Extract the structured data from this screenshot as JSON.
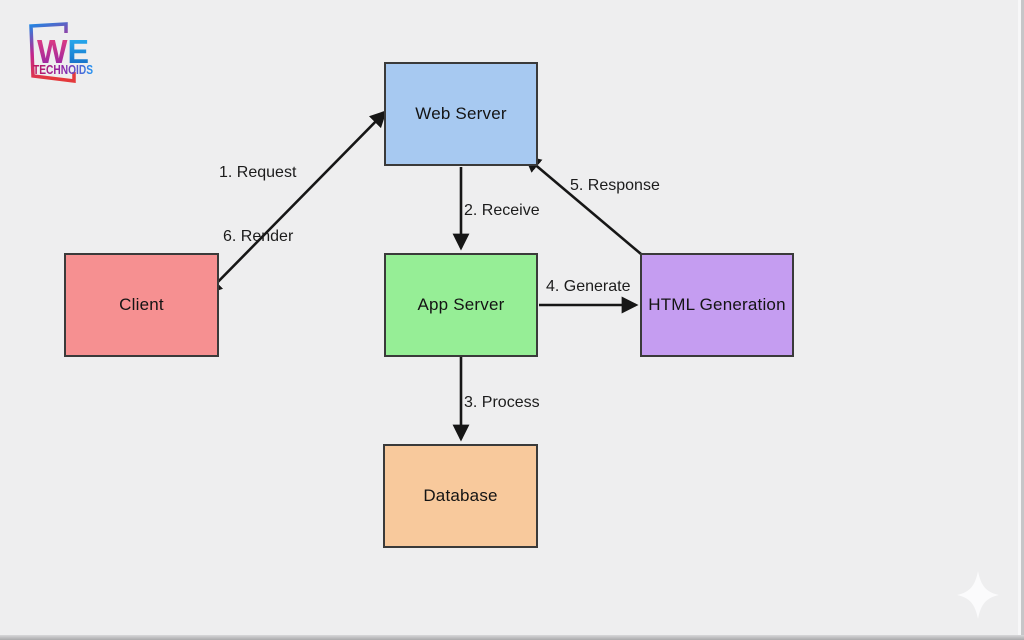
{
  "brand": {
    "letter_w": "W",
    "letter_e": "E",
    "subtitle": "TECHNOIDS",
    "colors": {
      "blue": "#1e88e5",
      "light_blue": "#29b6f6",
      "magenta": "#c2185b",
      "pink": "#ec407a",
      "purple": "#8e24aa",
      "red": "#e4393c"
    }
  },
  "diagram": {
    "nodes": [
      {
        "id": "web-server",
        "label": "Web Server",
        "fill": "#a7c9f1"
      },
      {
        "id": "client",
        "label": "Client",
        "fill": "#f69091"
      },
      {
        "id": "app-server",
        "label": "App Server",
        "fill": "#96ee96"
      },
      {
        "id": "html-generation",
        "label": "HTML Generation",
        "fill": "#c59df1"
      },
      {
        "id": "database",
        "label": "Database",
        "fill": "#f8c99c"
      }
    ],
    "edges": [
      {
        "label": "1. Request",
        "from": "client",
        "to": "web-server"
      },
      {
        "label": "2. Receive",
        "from": "web-server",
        "to": "app-server"
      },
      {
        "label": "3. Process",
        "from": "app-server",
        "to": "database"
      },
      {
        "label": "4. Generate",
        "from": "app-server",
        "to": "html-generation"
      },
      {
        "label": "5. Response",
        "from": "html-generation",
        "to": "web-server"
      },
      {
        "label": "6. Render",
        "from": "web-server",
        "to": "client"
      }
    ],
    "line_color": "#161616",
    "background": "#eeeeef"
  },
  "decor": {
    "sparkle": "four-pointed-star"
  }
}
